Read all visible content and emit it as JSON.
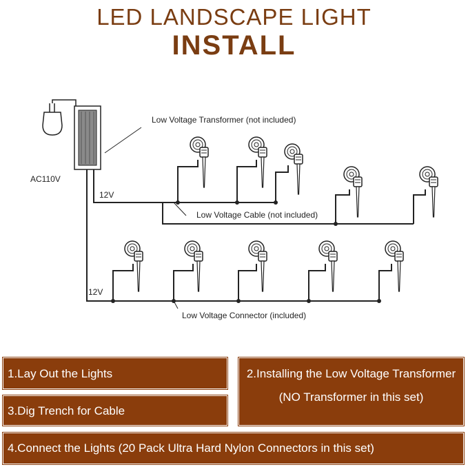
{
  "header": {
    "title": "LED LANDSCAPE LIGHT",
    "subtitle": "INSTALL"
  },
  "diagram": {
    "transformer_label": "Low Voltage Transformer (not included)",
    "ac_label": "AC110V",
    "voltage_top": "12V",
    "voltage_bottom": "12V",
    "cable_label": "Low Voltage Cable (not included)",
    "connector_label": "Low Voltage Connector (included)"
  },
  "steps": {
    "step1": "1.Lay Out the Lights",
    "step2_line1": "2.Installing the Low Voltage Transformer",
    "step2_line2": "(NO Transformer in this set)",
    "step3": "3.Dig Trench for Cable",
    "step4": "4.Connect the Lights (20 Pack Ultra Hard Nylon Connectors in this set)"
  },
  "colors": {
    "title": "#7a3d12",
    "box_fill": "#8a3d0c",
    "line": "#222222"
  }
}
